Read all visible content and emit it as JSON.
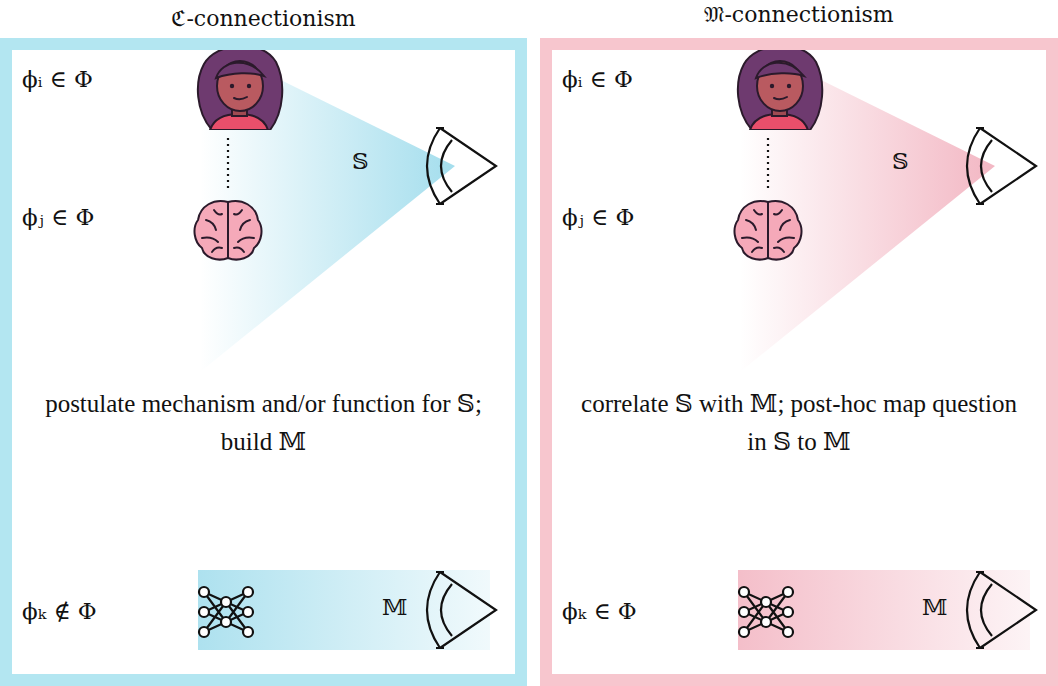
{
  "diagram": {
    "nodes": [
      {
        "text": [
          "ℭ-connectionism",
          "postulate mechanism and/or function for 𝕊; build 𝕄"
        ]
      },
      {
        "text": [
          "𝔐-connectionism",
          "correlate 𝕊 with 𝕄; post-hoc map question in 𝕊 to 𝕄"
        ]
      }
    ],
    "labels": [
      "ϕᵢ ∈ Φ",
      "ϕⱼ ∈ Φ",
      "𝕊",
      "ϕₖ ∉ Φ",
      "𝕄",
      "ϕᵢ ∈ Φ",
      "ϕⱼ ∈ Φ",
      "𝕊",
      "ϕₖ ∈ Φ",
      "𝕄"
    ]
  }
}
